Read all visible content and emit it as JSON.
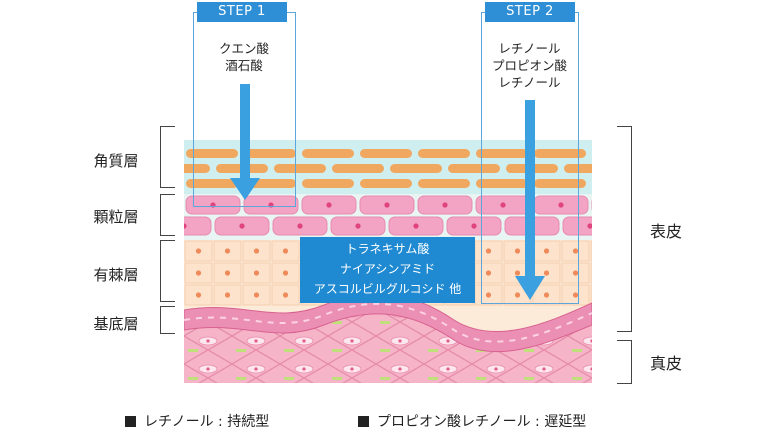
{
  "steps": [
    {
      "badge": "STEP 1",
      "lines": [
        "クエン酸",
        "酒石酸"
      ]
    },
    {
      "badge": "STEP 2",
      "lines": [
        "レチノール",
        "プロピオン酸",
        "レチノール"
      ]
    }
  ],
  "layers": {
    "stratum_corneum": "角質層",
    "granular": "顆粒層",
    "spinous": "有棘層",
    "basal": "基底層"
  },
  "regions": {
    "epidermis": "表皮",
    "dermis": "真皮"
  },
  "info_box": {
    "lines": [
      "トラネキサム酸",
      "ナイアシンアミド",
      "アスコルビルグルコシド 他"
    ]
  },
  "legend": {
    "item1": "レチノール : 持続型",
    "item2": "プロピオン酸レチノール : 遅延型"
  },
  "colors": {
    "accent": "#2e8fd6",
    "arrow": "#3aa0e0",
    "corneum_cell": "#f0a860",
    "granular_cell": "#f3a3c4",
    "spinous_cell": "#fde3cc",
    "dermis": "#f5b3c8"
  }
}
